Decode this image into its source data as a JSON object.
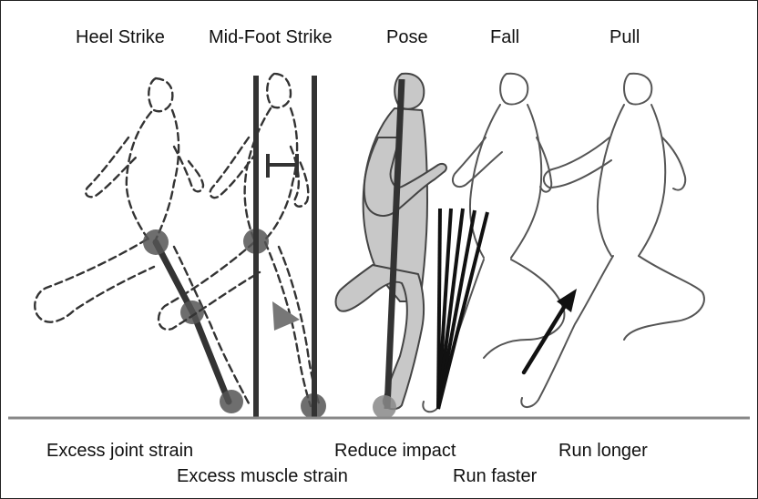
{
  "diagram": {
    "headers": {
      "heel_strike": "Heel Strike",
      "mid_foot_strike": "Mid-Foot Strike",
      "pose": "Pose",
      "fall": "Fall",
      "pull": "Pull"
    },
    "captions": {
      "excess_joint_strain": "Excess joint strain",
      "excess_muscle_strain": "Excess muscle strain",
      "reduce_impact": "Reduce impact",
      "run_faster": "Run faster",
      "run_longer": "Run longer"
    },
    "colors": {
      "ground": "#888888",
      "joint_marker": "#555555",
      "pose_fill": "#c8c8c8",
      "outline": "#333333"
    }
  }
}
